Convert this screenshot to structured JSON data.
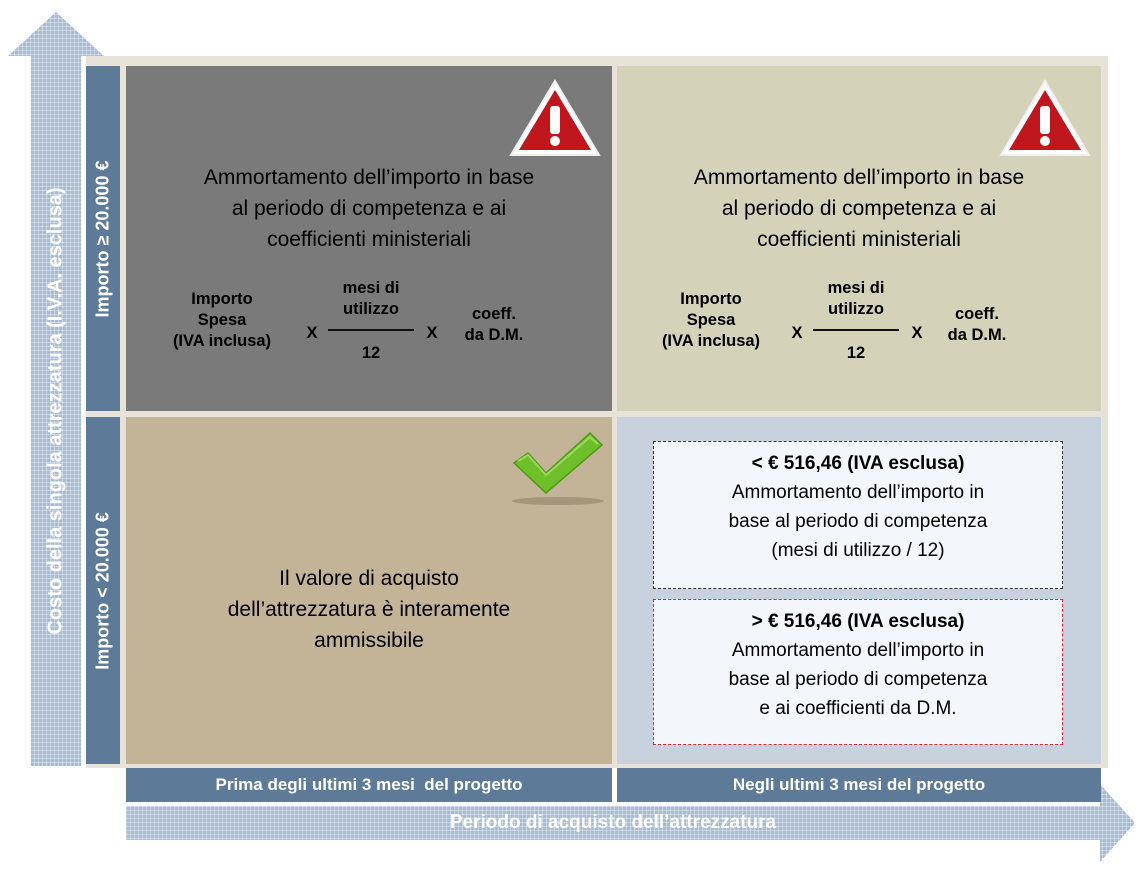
{
  "y_axis": {
    "label": "Costo della singola attrezzatura (I.V.A. esclusa)"
  },
  "x_axis": {
    "label": "Periodo di acquisto dell’attrezzatura"
  },
  "rows": {
    "top_label": "Importo ≥ 20.000 €",
    "bottom_label": "Importo < 20.000 €"
  },
  "columns": {
    "left_label": "Prima degli ultimi 3 mesi  del progetto",
    "right_label": "Negli ultimi 3 mesi del progetto"
  },
  "cells": {
    "top_left": {
      "text_lines": [
        "Ammortamento dell’importo in base",
        "al periodo di competenza e ai",
        "coefficienti ministeriali"
      ],
      "formula": {
        "amount": [
          "Importo",
          "Spesa",
          "(IVA inclusa)"
        ],
        "times": "X",
        "numerator": [
          "mesi di",
          "utilizzo"
        ],
        "denominator": "12",
        "coeff": [
          "coeff.",
          "da D.M."
        ]
      },
      "icon": "warning-triangle-icon"
    },
    "top_right": {
      "text_lines": [
        "Ammortamento dell’importo in base",
        "al periodo di competenza e ai",
        "coefficienti ministeriali"
      ],
      "formula": {
        "amount": [
          "Importo",
          "Spesa",
          "(IVA inclusa)"
        ],
        "times": "X",
        "numerator": [
          "mesi di",
          "utilizzo"
        ],
        "denominator": "12",
        "coeff": [
          "coeff.",
          "da D.M."
        ]
      },
      "icon": "warning-triangle-icon"
    },
    "bottom_left": {
      "text_lines": [
        "Il valore di acquisto",
        "dell’attrezzatura è interamente",
        "ammissibile"
      ],
      "icon": "checkmark-icon"
    },
    "bottom_right": {
      "box_low": {
        "title": "< € 516,46  (IVA esclusa)",
        "lines": [
          "Ammortamento dell’importo in",
          "base al periodo di competenza",
          "(mesi di utilizzo / 12)"
        ]
      },
      "box_high": {
        "title": "> € 516,46  (IVA esclusa)",
        "lines": [
          "Ammortamento dell’importo in",
          "base al periodo di competenza",
          "e ai coefficienti da D.M."
        ]
      }
    }
  },
  "colors": {
    "top_left_bg": "#7a7a7a",
    "top_right_bg": "#d5d2ba",
    "bottom_left_bg": "#c3b397",
    "bottom_right_bg": "#c7d2de",
    "label_bg": "#5d7a99",
    "arrow_fill": "#a9bccf",
    "warning_red": "#c0161d",
    "check_green": "#6fbf2a",
    "box_low_border": "#333333",
    "box_high_border": "#e0262b"
  }
}
